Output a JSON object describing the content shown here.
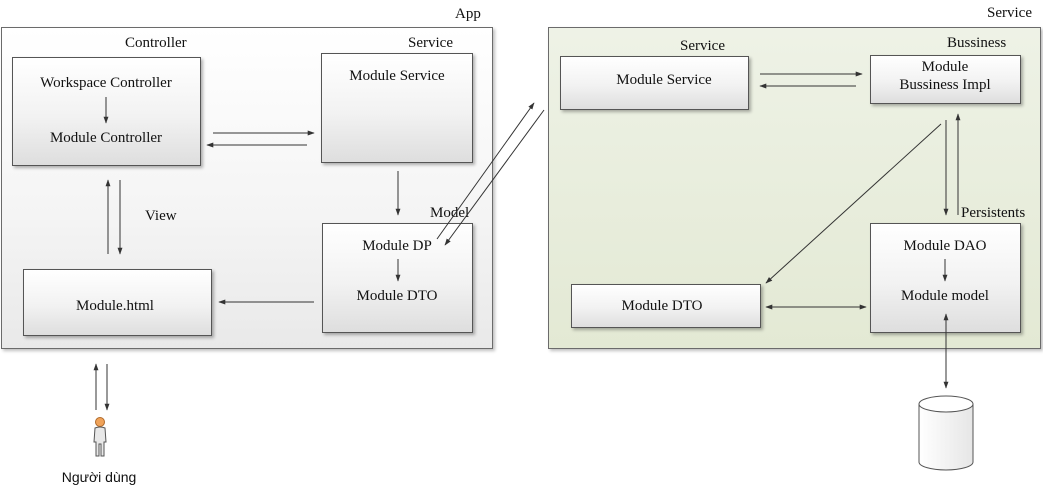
{
  "regions": {
    "app": {
      "title": "App"
    },
    "service": {
      "title": "Service"
    }
  },
  "app": {
    "controller_label": "Controller",
    "service_label": "Service",
    "model_label": "Model",
    "view_label": "View",
    "workspace_controller": "Workspace Controller",
    "module_controller": "Module Controller",
    "module_service": "Module Service",
    "module_dp": "Module DP",
    "module_dto": "Module DTO",
    "module_html": "Module.html"
  },
  "service": {
    "service_label": "Service",
    "bussiness_label": "Bussiness",
    "persistents_label": "Persistents",
    "module_service": "Module Service",
    "bussiness_impl_line1": "Module",
    "bussiness_impl_line2": "Bussiness Impl",
    "module_dto": "Module DTO",
    "module_dao": "Module DAO",
    "module_model": "Module model"
  },
  "user": {
    "caption": "Người dùng"
  },
  "colors": {
    "service_region_bg": "#e3e9d4",
    "box_border": "#555555",
    "arrow": "#333333"
  }
}
